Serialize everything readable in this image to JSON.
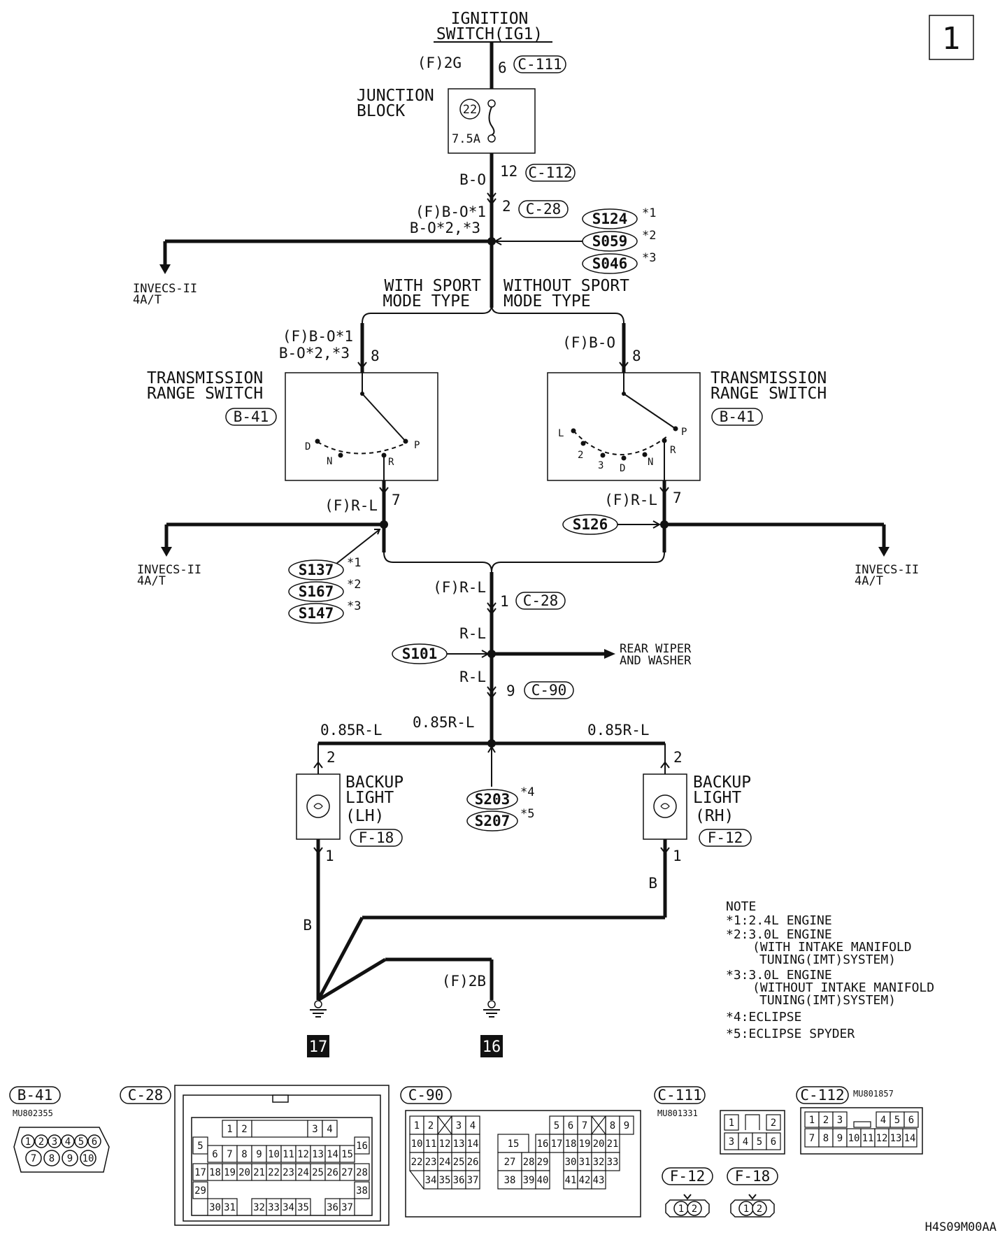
{
  "page_number": "1",
  "ignition": {
    "line1": "IGNITION",
    "line2": "SWITCH(IG1)"
  },
  "top_wire": {
    "label": "(F)2G",
    "pin": "6",
    "connector": "C-111"
  },
  "junction_block": {
    "line1": "JUNCTION",
    "line2": "BLOCK",
    "fuse_no": "22",
    "rating": "7.5A"
  },
  "jb_out": {
    "wire": "B-O",
    "pin": "12",
    "connector": "C-112"
  },
  "c28_top": {
    "wire1": "(F)B-O*1",
    "wire2": "B-O*2,*3",
    "pin": "2",
    "connector": "C-28"
  },
  "splices_top": [
    "S124",
    "S059",
    "S046"
  ],
  "splices_top_notes": [
    "*1",
    "*2",
    "*3"
  ],
  "invecs_left_top": {
    "line1": "INVECS-II",
    "line2": "4A/T"
  },
  "branch_left": {
    "line1": "WITH SPORT",
    "line2": "MODE TYPE"
  },
  "branch_right": {
    "line1": "WITHOUT SPORT",
    "line2": "MODE TYPE"
  },
  "trs_left": {
    "wire1": "(F)B-O*1",
    "wire2": "B-O*2,*3",
    "pin_in": "8",
    "line1": "TRANSMISSION",
    "line2": "RANGE SWITCH",
    "connector": "B-41",
    "positions": [
      "D",
      "N",
      "R",
      "P"
    ],
    "pin_out": "7",
    "wire_out": "(F)R-L"
  },
  "trs_right": {
    "wire1": "(F)B-O",
    "pin_in": "8",
    "line1": "TRANSMISSION",
    "line2": "RANGE SWITCH",
    "connector": "B-41",
    "positions": [
      "L",
      "2",
      "3",
      "D",
      "N",
      "R",
      "P"
    ],
    "pin_out": "7",
    "wire_out": "(F)R-L"
  },
  "splice_right_mid": "S126",
  "splices_left_mid": [
    "S137",
    "S167",
    "S147"
  ],
  "splices_left_mid_notes": [
    "*1",
    "*2",
    "*3"
  ],
  "invecs_left_mid": {
    "line1": "INVECS-II",
    "line2": "4A/T"
  },
  "invecs_right_mid": {
    "line1": "INVECS-II",
    "line2": "4A/T"
  },
  "c28_bottom": {
    "wire": "(F)R-L",
    "pin": "1",
    "connector": "C-28"
  },
  "rear_wiper": {
    "wire_top": "R-L",
    "wire_bottom": "R-L",
    "splice": "S101",
    "line1": "REAR WIPER",
    "line2": "AND WASHER"
  },
  "c90": {
    "pin": "9",
    "connector": "C-90"
  },
  "backup_wires": [
    "0.85R-L",
    "0.85R-L",
    "0.85R-L"
  ],
  "backup_lh": {
    "pin_top": "2",
    "line1": "BACKUP",
    "line2": "LIGHT",
    "line3": "(LH)",
    "connector": "F-18",
    "pin_bottom": "1"
  },
  "backup_rh": {
    "pin_top": "2",
    "line1": "BACKUP",
    "line2": "LIGHT",
    "line3": "(RH)",
    "connector": "F-12",
    "pin_bottom": "1"
  },
  "splices_bottom": [
    "S203",
    "S207"
  ],
  "splices_bottom_notes": [
    "*4",
    "*5"
  ],
  "ground_wires": {
    "left": "B",
    "right": "B",
    "f2b": "(F)2B"
  },
  "grounds": [
    "17",
    "16"
  ],
  "note": {
    "title": "NOTE",
    "lines": [
      "*1:2.4L ENGINE",
      "*2:3.0L ENGINE",
      "(WITH INTAKE MANIFOLD",
      "TUNING(IMT)SYSTEM)",
      "*3:3.0L ENGINE",
      "(WITHOUT INTAKE MANIFOLD",
      "TUNING(IMT)SYSTEM)",
      "*4:ECLIPSE",
      "*5:ECLIPSE SPYDER"
    ]
  },
  "connectors": {
    "b41": {
      "label": "B-41",
      "part": "MU802355",
      "pins": [
        "1",
        "2",
        "3",
        "4",
        "5",
        "6",
        "7",
        "8",
        "9",
        "10"
      ]
    },
    "c28": {
      "label": "C-28",
      "rows": [
        [
          "1",
          "2",
          "3",
          "4"
        ],
        [
          "5",
          "6",
          "7",
          "8",
          "9",
          "10",
          "11",
          "12",
          "13",
          "14",
          "15",
          "16"
        ],
        [
          "17",
          "18",
          "19",
          "20",
          "21",
          "22",
          "23",
          "24",
          "25",
          "26",
          "27",
          "28"
        ],
        [
          "29",
          "30",
          "31",
          "32",
          "33",
          "34",
          "35",
          "36",
          "37",
          "38"
        ]
      ]
    },
    "c90": {
      "label": "C-90",
      "rows": [
        [
          "1",
          "2",
          "3",
          "4",
          "5",
          "6",
          "7",
          "8",
          "9"
        ],
        [
          "10",
          "11",
          "12",
          "13",
          "14",
          "15",
          "16",
          "17",
          "18",
          "19",
          "20",
          "21"
        ],
        [
          "22",
          "23",
          "24",
          "25",
          "26",
          "27",
          "28",
          "29",
          "30",
          "31",
          "32",
          "33"
        ],
        [
          "34",
          "35",
          "36",
          "37",
          "38",
          "39",
          "40",
          "41",
          "42",
          "43"
        ]
      ]
    },
    "c111": {
      "label": "C-111",
      "part": "MU801331",
      "pins": [
        "1",
        "2",
        "3",
        "4",
        "5",
        "6"
      ]
    },
    "c112": {
      "label": "C-112",
      "part": "MU801857",
      "pins": [
        "1",
        "2",
        "3",
        "4",
        "5",
        "6",
        "7",
        "8",
        "9",
        "10",
        "11",
        "12",
        "13",
        "14"
      ]
    },
    "f12": {
      "label": "F-12",
      "pins": [
        "1",
        "2"
      ]
    },
    "f18": {
      "label": "F-18",
      "pins": [
        "1",
        "2"
      ]
    }
  },
  "figure_code": "H4S09M00AA"
}
